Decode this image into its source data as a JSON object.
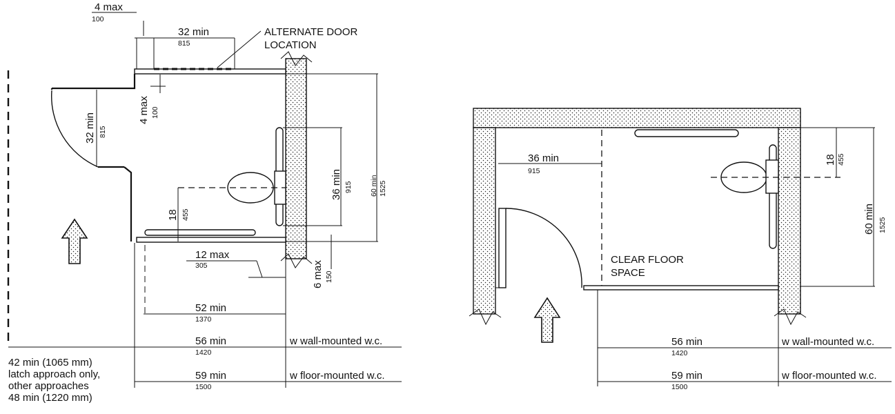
{
  "plan_left": {
    "dims": {
      "door_offset_top": {
        "imperial": "4 max",
        "metric": "100"
      },
      "alt_door_width": {
        "imperial": "32 min",
        "metric": "815"
      },
      "alt_door_label_1": "ALTERNATE DOOR",
      "alt_door_label_2": "LOCATION",
      "door_width": {
        "imperial": "32 min",
        "metric": "815"
      },
      "door_offset_side": {
        "imperial": "4 max",
        "metric": "100"
      },
      "stall_depth": {
        "imperial": "60 min",
        "metric": "1525"
      },
      "rear_grab_bar": {
        "imperial": "36 min",
        "metric": "915"
      },
      "wc_centerline": {
        "imperial": "18",
        "metric": "455"
      },
      "side_bar_offset": {
        "imperial": "12 max",
        "metric": "305"
      },
      "rear_bar_offset": {
        "imperial": "6 max",
        "metric": "150"
      },
      "width_52": {
        "imperial": "52 min",
        "metric": "1370"
      },
      "width_56": {
        "imperial": "56 min",
        "metric": "1420"
      },
      "width_59": {
        "imperial": "59 min",
        "metric": "1500"
      },
      "note_wall": "w wall-mounted w.c.",
      "note_floor": "w floor-mounted w.c."
    },
    "approach_note": [
      "42 min (1065 mm)",
      "latch approach only,",
      "other approaches",
      "48 min (1220 mm)"
    ]
  },
  "plan_right": {
    "dims": {
      "side_width": {
        "imperial": "36 min",
        "metric": "915"
      },
      "wc_centerline": {
        "imperial": "18",
        "metric": "455"
      },
      "depth": {
        "imperial": "60 min",
        "metric": "1525"
      },
      "clear_floor_1": "CLEAR FLOOR",
      "clear_floor_2": "SPACE",
      "width_56": {
        "imperial": "56 min",
        "metric": "1420"
      },
      "width_59": {
        "imperial": "59 min",
        "metric": "1500"
      },
      "note_wall": "w wall-mounted w.c.",
      "note_floor": "w floor-mounted w.c."
    }
  }
}
